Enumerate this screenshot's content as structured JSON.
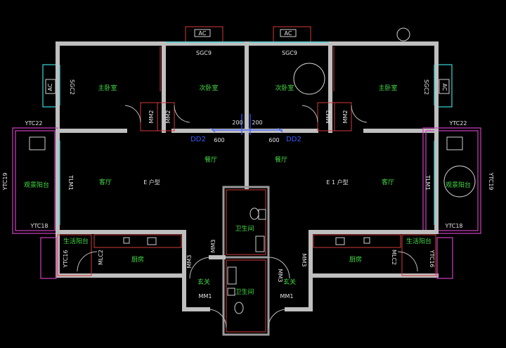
{
  "units": {
    "east": "E 户型",
    "west": "E 1 户型"
  },
  "rooms": {
    "master_l": "主卧室",
    "second_l": "次卧室",
    "second_r": "次卧室",
    "master_r": "主卧室",
    "living_l": "客厅",
    "living_r": "客厅",
    "dining_l": "餐厅",
    "dining_r": "餐厅",
    "balcony_view_l": "观景阳台",
    "balcony_view_r": "观景阳台",
    "balcony_life_l": "生活阳台",
    "balcony_life_r": "生活阳台",
    "kitchen_l": "厨房",
    "kitchen_r": "厨房",
    "entry_l": "玄关",
    "entry_r": "玄关",
    "bath_top": "卫生间",
    "bath_bottom": "卫生间"
  },
  "codes": {
    "sgc9_l": "SGC9",
    "sgc9_r": "SGC9",
    "sgc2_l": "SGC2",
    "sgc2_r": "SGC2",
    "ac": "AC",
    "ytc22_l": "YTC22",
    "ytc22_r": "YTC22",
    "ytc19_l": "YTC19",
    "ytc19_r": "YTC19",
    "ytc18_l": "YTC18",
    "ytc18_r": "YTC18",
    "ytc16_l": "YTC16",
    "ytc16_r": "YTC16",
    "tlm1_l": "TLM1",
    "tlm1_r": "TLM1",
    "mlc2_l": "MLC2",
    "mlc2_r": "MLC2",
    "mm2": "MM2",
    "mm3": "MM3",
    "mm1_l": "MM1",
    "mm1_r": "MM1"
  },
  "dims": {
    "d200_l": "200",
    "d200_r": "200",
    "d600_l": "600",
    "d600_r": "600",
    "tag_l": "DD2",
    "tag_r": "DD2"
  }
}
